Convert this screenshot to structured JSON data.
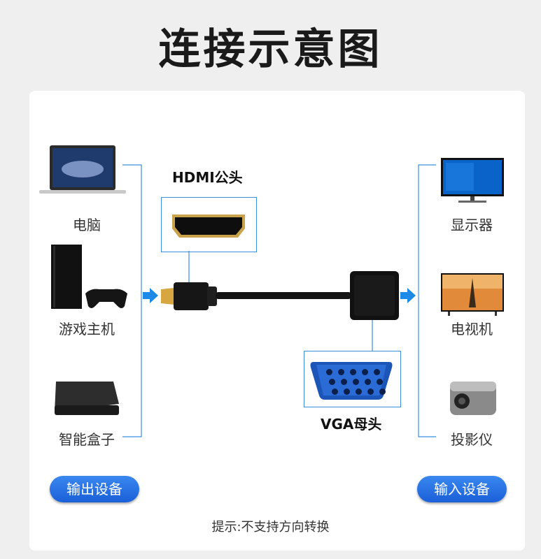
{
  "title": "连接示意图",
  "outputs": [
    "电脑",
    "游戏主机",
    "智能盒子"
  ],
  "inputs": [
    "显示器",
    "电视机",
    "投影仪"
  ],
  "hdmi_label": "HDMI公头",
  "vga_label": "VGA母头",
  "output_pill": "输出设备",
  "input_pill": "输入设备",
  "note": "提示:不支持方向转换",
  "colors": {
    "line": "#3a8fe0",
    "arrow": "#1e8ae8",
    "pill": "#1a5fd8"
  }
}
